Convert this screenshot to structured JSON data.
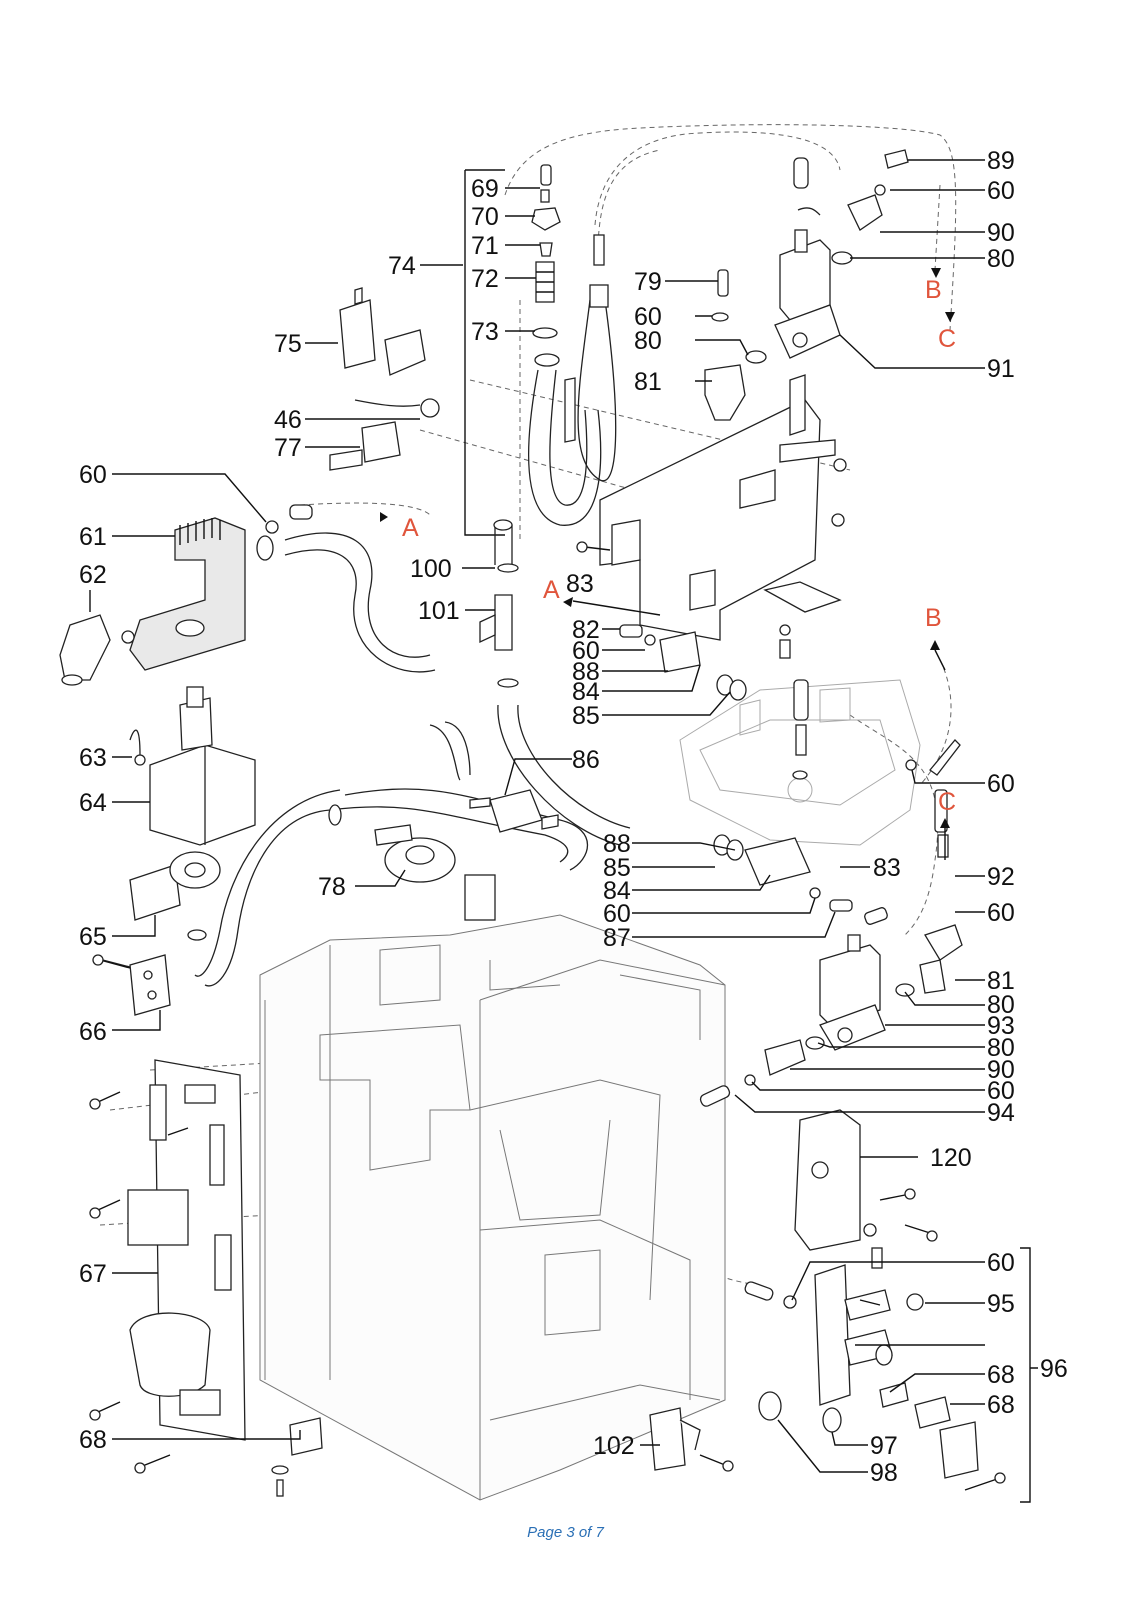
{
  "footer": {
    "page_label": "Page 3 of 7"
  },
  "ref_markers": [
    "A",
    "A",
    "B",
    "B",
    "C",
    "C"
  ],
  "callouts": {
    "c1": "89",
    "c2": "60",
    "c3": "90",
    "c4": "80",
    "c5": "91",
    "c6": "69",
    "c7": "70",
    "c8": "71",
    "c9": "72",
    "c10": "73",
    "c11": "74",
    "c12": "79",
    "c13": "60",
    "c14": "80",
    "c15": "81",
    "c16": "75",
    "c17": "46",
    "c18": "77",
    "c19": "60",
    "c20": "61",
    "c21": "62",
    "c22": "100",
    "c23": "101",
    "c24": "83",
    "c25": "82",
    "c26": "60",
    "c27": "88",
    "c28": "84",
    "c29": "85",
    "c30": "63",
    "c31": "64",
    "c32": "86",
    "c33": "60",
    "c34": "88",
    "c35": "85",
    "c36": "83",
    "c37": "84",
    "c38": "60",
    "c39": "87",
    "c40": "92",
    "c41": "60",
    "c42": "78",
    "c43": "65",
    "c44": "66",
    "c45": "81",
    "c46": "80",
    "c47": "93",
    "c48": "80",
    "c49": "90",
    "c50": "60",
    "c51": "94",
    "c52": "120",
    "c53": "60",
    "c54": "95",
    "c55": "96",
    "c56": "68",
    "c57": "68",
    "c58": "97",
    "c59": "98",
    "c60": "102",
    "c61": "67",
    "c62": "68"
  }
}
